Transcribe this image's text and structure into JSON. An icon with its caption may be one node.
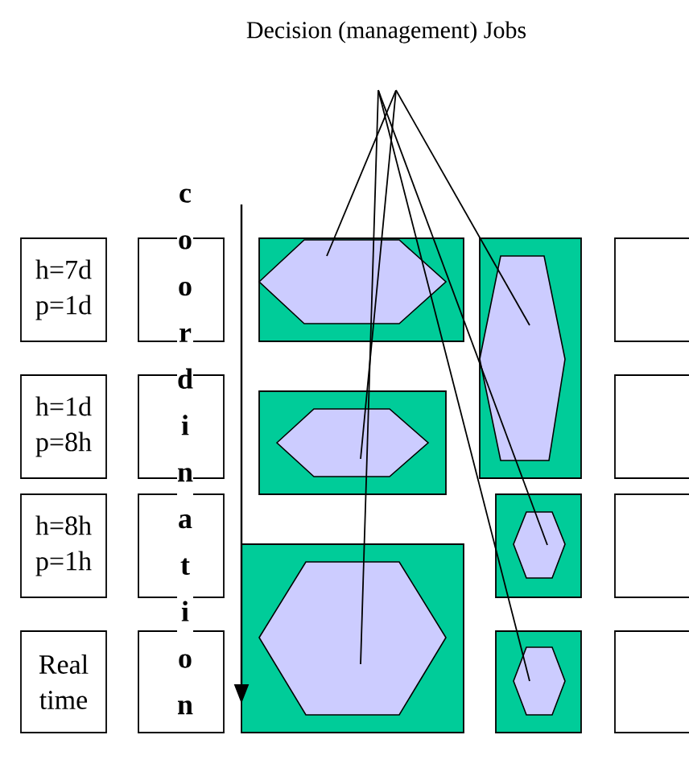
{
  "diagram": {
    "nodes": [
      {
        "text": [
          "Decision (management) Jobs"
        ]
      },
      {
        "text": [
          "h=7d p=1d"
        ]
      },
      {
        "text": [
          "h=1d p=8h"
        ]
      },
      {
        "text": [
          "h=8h p=1h"
        ]
      },
      {
        "text": [
          "Real time"
        ]
      },
      {
        "text": [],
        "shape": "box"
      },
      {
        "text": [],
        "shape": "box"
      },
      {
        "text": [],
        "shape": "box"
      },
      {
        "text": [],
        "shape": "box"
      },
      {
        "text": [],
        "shape": "box"
      },
      {
        "text": [],
        "shape": "hexagon",
        "in": 9
      },
      {
        "text": [],
        "shape": "box"
      },
      {
        "text": [],
        "shape": "hexagon",
        "in": 11
      },
      {
        "text": [],
        "shape": "box"
      },
      {
        "text": [],
        "shape": "box"
      },
      {
        "text": [],
        "shape": "hexagon",
        "in": 14
      },
      {
        "text": [],
        "shape": "box"
      },
      {
        "text": [],
        "shape": "box"
      },
      {
        "text": [],
        "shape": "hexagon",
        "in": 17
      },
      {
        "text": [],
        "shape": "box"
      },
      {
        "text": [],
        "shape": "box"
      },
      {
        "text": [],
        "shape": "hexagon",
        "in": 20
      },
      {
        "text": [],
        "shape": "box"
      },
      {
        "text": [],
        "shape": "hexagon",
        "in": 22
      },
      {
        "text": [],
        "shape": "box"
      }
    ],
    "edges": [
      {
        "from": 0,
        "to": 10,
        "arrow": "none"
      },
      {
        "from": 0,
        "to": 15,
        "arrow": "none"
      },
      {
        "from": 0,
        "to": 21,
        "arrow": "none"
      },
      {
        "from": 0,
        "to": 12,
        "arrow": "none"
      },
      {
        "from": 0,
        "to": 18,
        "arrow": "none"
      },
      {
        "from": 0,
        "to": 23,
        "arrow": "none"
      }
    ],
    "labels": [
      "coordination"
    ]
  }
}
